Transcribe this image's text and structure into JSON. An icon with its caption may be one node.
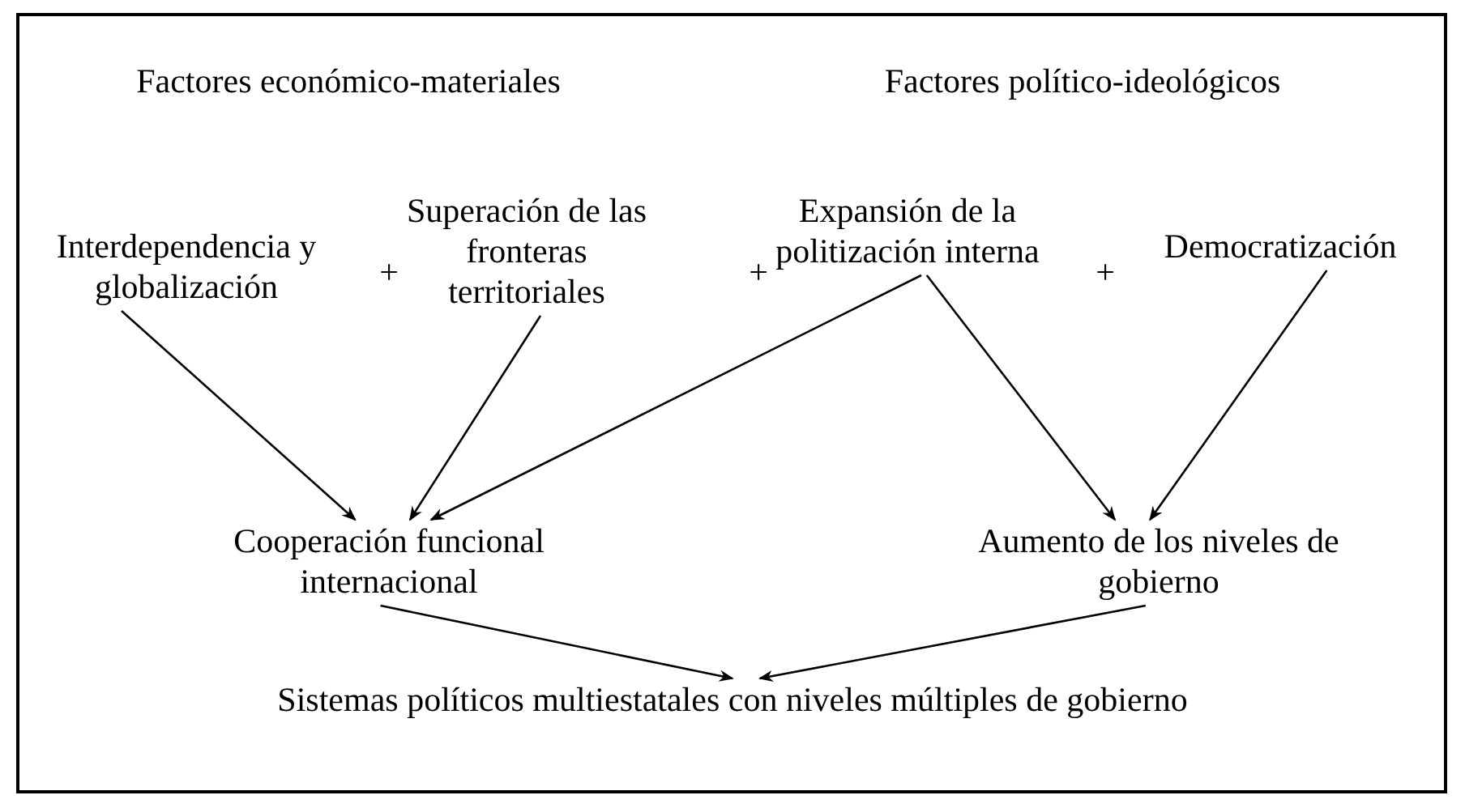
{
  "diagram": {
    "nodes": [
      {
        "text": [
          "Interdependencia y globalización"
        ]
      },
      {
        "text": [
          "Superación de las fronteras territoriales"
        ]
      },
      {
        "text": [
          "Expansión de la politización interna"
        ]
      },
      {
        "text": [
          "Democratización"
        ]
      },
      {
        "text": [
          "Cooperación funcional internacional"
        ]
      },
      {
        "text": [
          "Aumento de los niveles de gobierno"
        ]
      },
      {
        "text": [
          "Sistemas políticos multiestatales con niveles múltiples de gobierno"
        ]
      }
    ],
    "edges": [
      {
        "from": 0,
        "to": 4,
        "arrow": "to"
      },
      {
        "from": 1,
        "to": 4,
        "arrow": "to"
      },
      {
        "from": 2,
        "to": 4,
        "arrow": "to"
      },
      {
        "from": 2,
        "to": 5,
        "arrow": "to"
      },
      {
        "from": 3,
        "to": 5,
        "arrow": "to"
      },
      {
        "from": 4,
        "to": 6,
        "arrow": "to"
      },
      {
        "from": 5,
        "to": 6,
        "arrow": "to"
      }
    ],
    "labels": [
      "Factores económico-materiales",
      "Factores político-ideológicos",
      "+",
      "+",
      "+"
    ]
  }
}
